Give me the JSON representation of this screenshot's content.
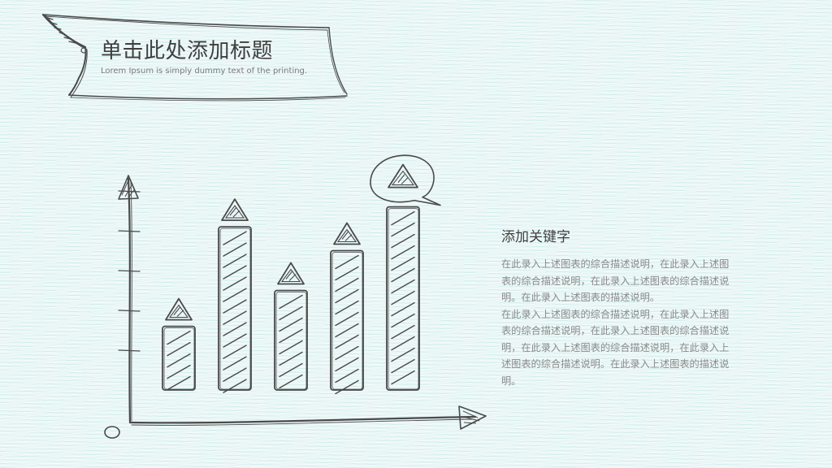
{
  "header": {
    "title": "单击此处添加标题",
    "subtitle": "Lorem Ipsum is simply dummy text of the printing."
  },
  "content": {
    "keyword": "添加关键字",
    "paragraphs": [
      "在此录入上述图表的综合描述说明，在此录入上述图表的综合描述说明，在此录入上述图表的综合描述说明。在此录入上述图表的描述说明。",
      "在此录入上述图表的综合描述说明，在此录入上述图表的综合描述说明，在此录入上述图表的综合描述说明，在此录入上述图表的综合描述说明，在此录入上述图表的综合描述说明。在此录入上述图表的描述说明。"
    ]
  },
  "chart_data": {
    "type": "bar",
    "values": [
      1.6,
      4.1,
      2.5,
      3.5,
      4.6
    ],
    "ylim": [
      0,
      5
    ],
    "grid": false,
    "highlight_index": 4
  },
  "colors": {
    "ink": "#4a4a4a",
    "title": "#3f3f3f",
    "body_text": "#8a8a8a",
    "background": "#eaf6f6"
  },
  "icons": {
    "bar_marker": "triangle-sketch-icon",
    "highlight_marker": "speech-bubble-icon",
    "axis_arrow": "arrow-head-icon"
  }
}
